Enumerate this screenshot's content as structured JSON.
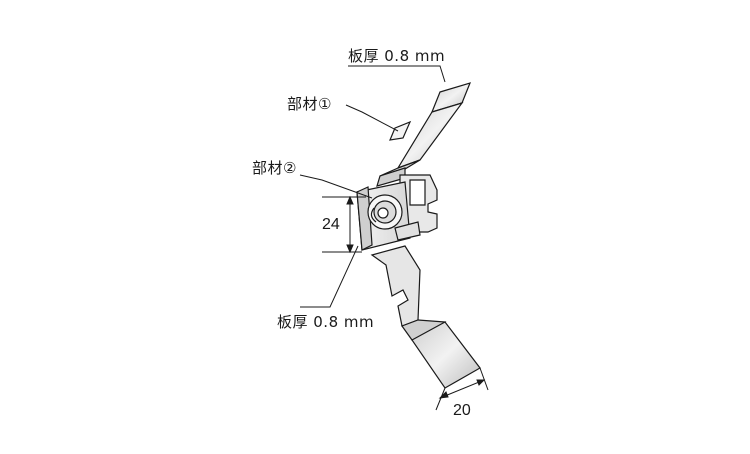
{
  "labels": {
    "thickness_top": "板厚 0.8 mm",
    "part1": "部材①",
    "part2": "部材②",
    "thickness_bottom": "板厚 0.8 mm",
    "dim_height": "24",
    "dim_width": "20"
  },
  "colors": {
    "ink": "#1a1a1a",
    "metal_light": "#e6e6e6",
    "metal_mid": "#cfcfcf",
    "metal_dark": "#9a9a9a",
    "background": "#ffffff"
  }
}
